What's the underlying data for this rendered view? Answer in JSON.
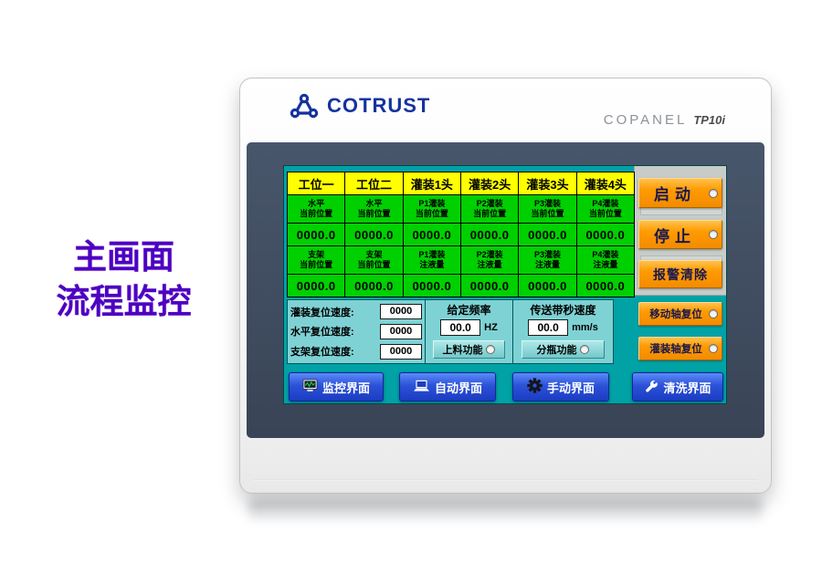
{
  "page": {
    "caption_line1": "主画面",
    "caption_line2": "流程监控"
  },
  "device": {
    "brand": "COTRUST",
    "model_series": "COPANEL",
    "model": "TP10i"
  },
  "colors": {
    "screen_teal": "#00a2a6",
    "panel_cyan": "#7fd2d4",
    "table_header_yellow": "#ffff00",
    "table_green": "#00cf00",
    "button_orange": "#ff9a00",
    "nav_blue": "#2b52d8",
    "brand_blue": "#15339e",
    "caption_purple": "#4e00c2"
  },
  "table": {
    "headers": [
      "工位一",
      "工位二",
      "灌装1头",
      "灌装2头",
      "灌装3头",
      "灌装4头"
    ],
    "position_labels": [
      "水平\n当前位置",
      "水平\n当前位置",
      "P1灌装\n当前位置",
      "P2灌装\n当前位置",
      "P3灌装\n当前位置",
      "P4灌装\n当前位置"
    ],
    "position_values": [
      "0000.0",
      "0000.0",
      "0000.0",
      "0000.0",
      "0000.0",
      "0000.0"
    ],
    "volume_labels": [
      "支架\n当前位置",
      "支架\n当前位置",
      "P1灌装\n注液量",
      "P2灌装\n注液量",
      "P3灌装\n注液量",
      "P4灌装\n注液量"
    ],
    "volume_values": [
      "0000.0",
      "0000.0",
      "0000.0",
      "0000.0",
      "0000.0",
      "0000.0"
    ]
  },
  "speed_panel": {
    "rows": [
      {
        "label": "灌装复位速度:",
        "value": "0000"
      },
      {
        "label": "水平复位速度:",
        "value": "0000"
      },
      {
        "label": "支架复位速度:",
        "value": "0000"
      }
    ]
  },
  "frequency": {
    "label": "给定频率",
    "value": "00.0",
    "unit": "HZ",
    "function_label": "上料功能"
  },
  "conveyor": {
    "label": "传送带秒速度",
    "value": "00.0",
    "unit": "mm/s",
    "function_label": "分瓶功能"
  },
  "control_buttons": {
    "start": "启动",
    "stop": "停止",
    "alarm_clear": "报警清除",
    "move_axis_reset": "移动轴复位",
    "fill_axis_reset": "灌装轴复位"
  },
  "nav_buttons": [
    {
      "label": "监控界面",
      "icon": "monitor-icon"
    },
    {
      "label": "自动界面",
      "icon": "laptop-icon"
    },
    {
      "label": "手动界面",
      "icon": "gear-icon"
    },
    {
      "label": "清洗界面",
      "icon": "wrench-icon"
    }
  ]
}
